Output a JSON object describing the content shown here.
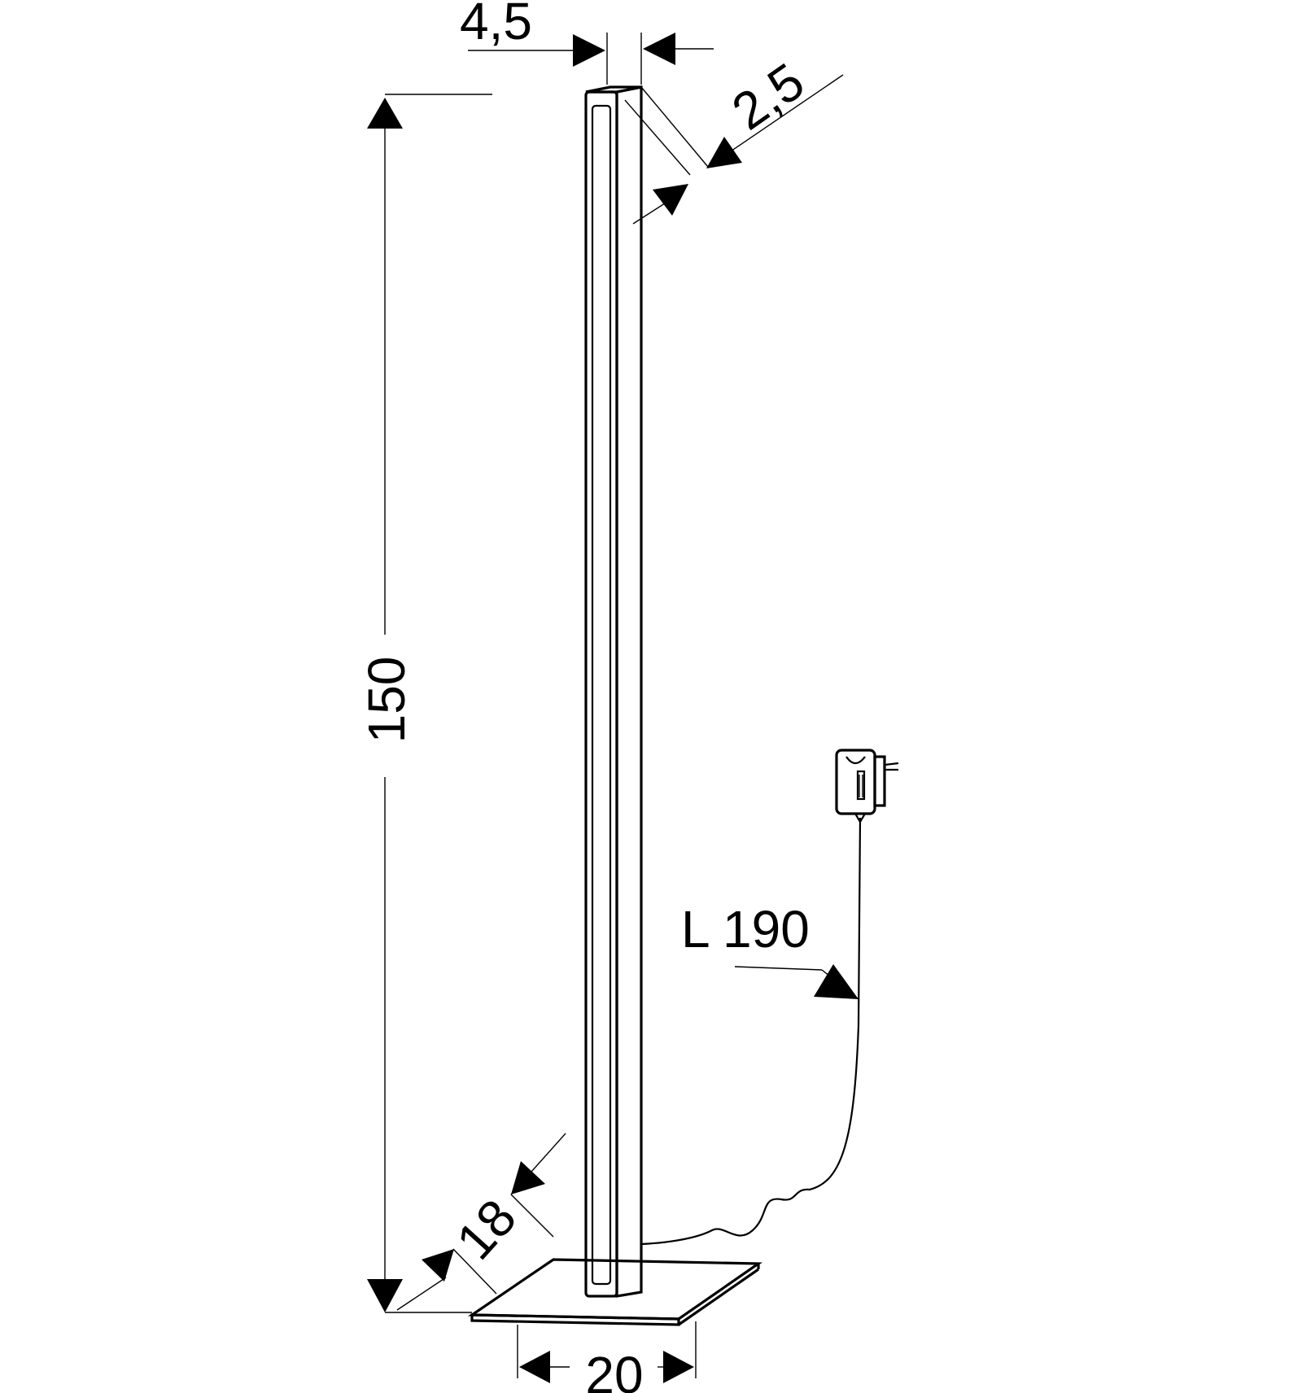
{
  "dimensions": {
    "height": "150",
    "top_width": "4,5",
    "top_depth": "2,5",
    "base_depth": "18",
    "base_width": "20",
    "cable_length": "L 190"
  },
  "colors": {
    "line": "#000000",
    "background": "#ffffff"
  }
}
